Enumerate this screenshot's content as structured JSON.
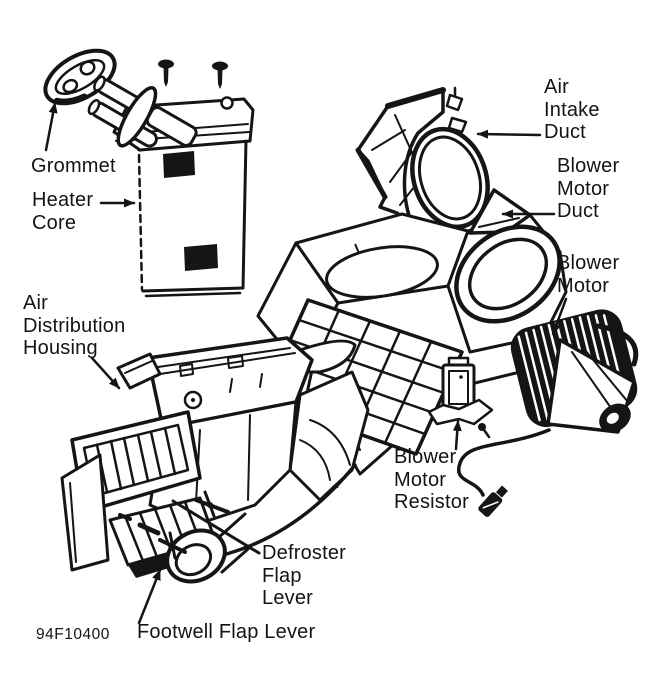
{
  "figure": {
    "code": "94F10400",
    "callouts": {
      "grommet": "Grommet",
      "heater_core": "Heater\nCore",
      "air_intake_duct": "Air\nIntake\nDuct",
      "blower_motor_duct": "Blower\nMotor\nDuct",
      "blower_motor": "Blower\nMotor",
      "air_distribution_housing": "Air\nDistribution\nHousing",
      "blower_motor_resistor": "Blower\nMotor\nResistor",
      "defroster_flap_lever": "Defroster\nFlap\nLever",
      "footwell_flap_lever": "Footwell Flap Lever"
    },
    "colors": {
      "ink": "#151515",
      "paper": "#ffffff"
    }
  }
}
